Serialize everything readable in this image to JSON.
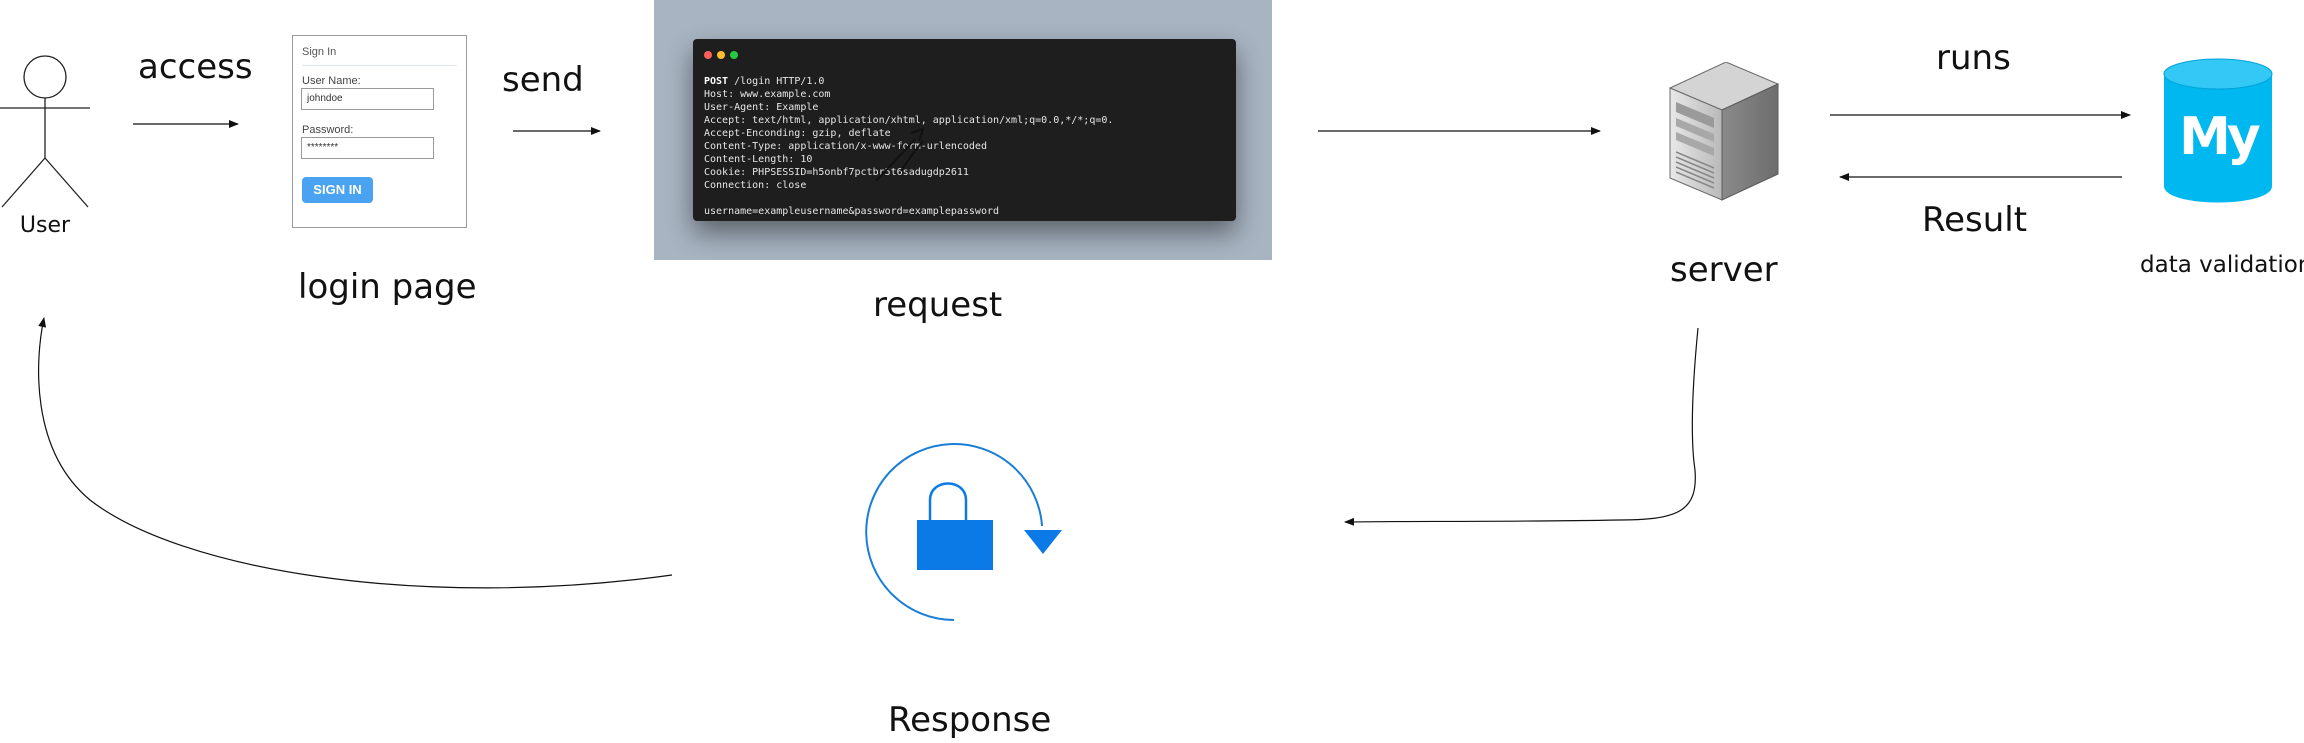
{
  "nodes": {
    "user": {
      "label": "User"
    },
    "login_page": {
      "label": "login page",
      "form": {
        "title": "Sign In",
        "username_label": "User Name:",
        "username_value": "johndoe",
        "password_label": "Password:",
        "password_value": "********",
        "button_label": "SIGN IN"
      }
    },
    "request": {
      "label": "request",
      "code_lines": [
        {
          "method": "POST",
          "rest": " /login HTTP/1.0"
        },
        {
          "method": "",
          "rest": "Host: www.example.com"
        },
        {
          "method": "",
          "rest": "User-Agent: Example"
        },
        {
          "method": "",
          "rest": "Accept: text/html, application/xhtml, application/xml;q=0.0,*/*;q=0."
        },
        {
          "method": "",
          "rest": "Accept-Enconding: gzip, deflate"
        },
        {
          "method": "",
          "rest": "Content-Type: application/x-www-form-urlencoded"
        },
        {
          "method": "",
          "rest": "Content-Length: 10"
        },
        {
          "method": "",
          "rest": "Cookie: PHPSESSID=h5onbf7pctbr5t6sadugdp2611"
        },
        {
          "method": "",
          "rest": "Connection: close"
        },
        {
          "method": "",
          "rest": ""
        },
        {
          "method": "",
          "rest": "username=exampleusername&password=examplepassword"
        }
      ]
    },
    "server": {
      "label": "server"
    },
    "database": {
      "label": "data validation",
      "logo_text": "My"
    },
    "response": {
      "label": "Response"
    }
  },
  "edges": {
    "access": "access",
    "send": "send",
    "runs": "runs",
    "result": "Result"
  },
  "colors": {
    "request_background": "#a8b4c2",
    "terminal": "#1e1e1e",
    "mysql_blue": "#00b8f0",
    "lock_blue": "#0b7ae6",
    "signin_button": "#4aa3f0"
  },
  "icons": [
    "stick-figure-icon",
    "server-tower-icon",
    "mysql-database-icon",
    "lock-refresh-icon"
  ]
}
